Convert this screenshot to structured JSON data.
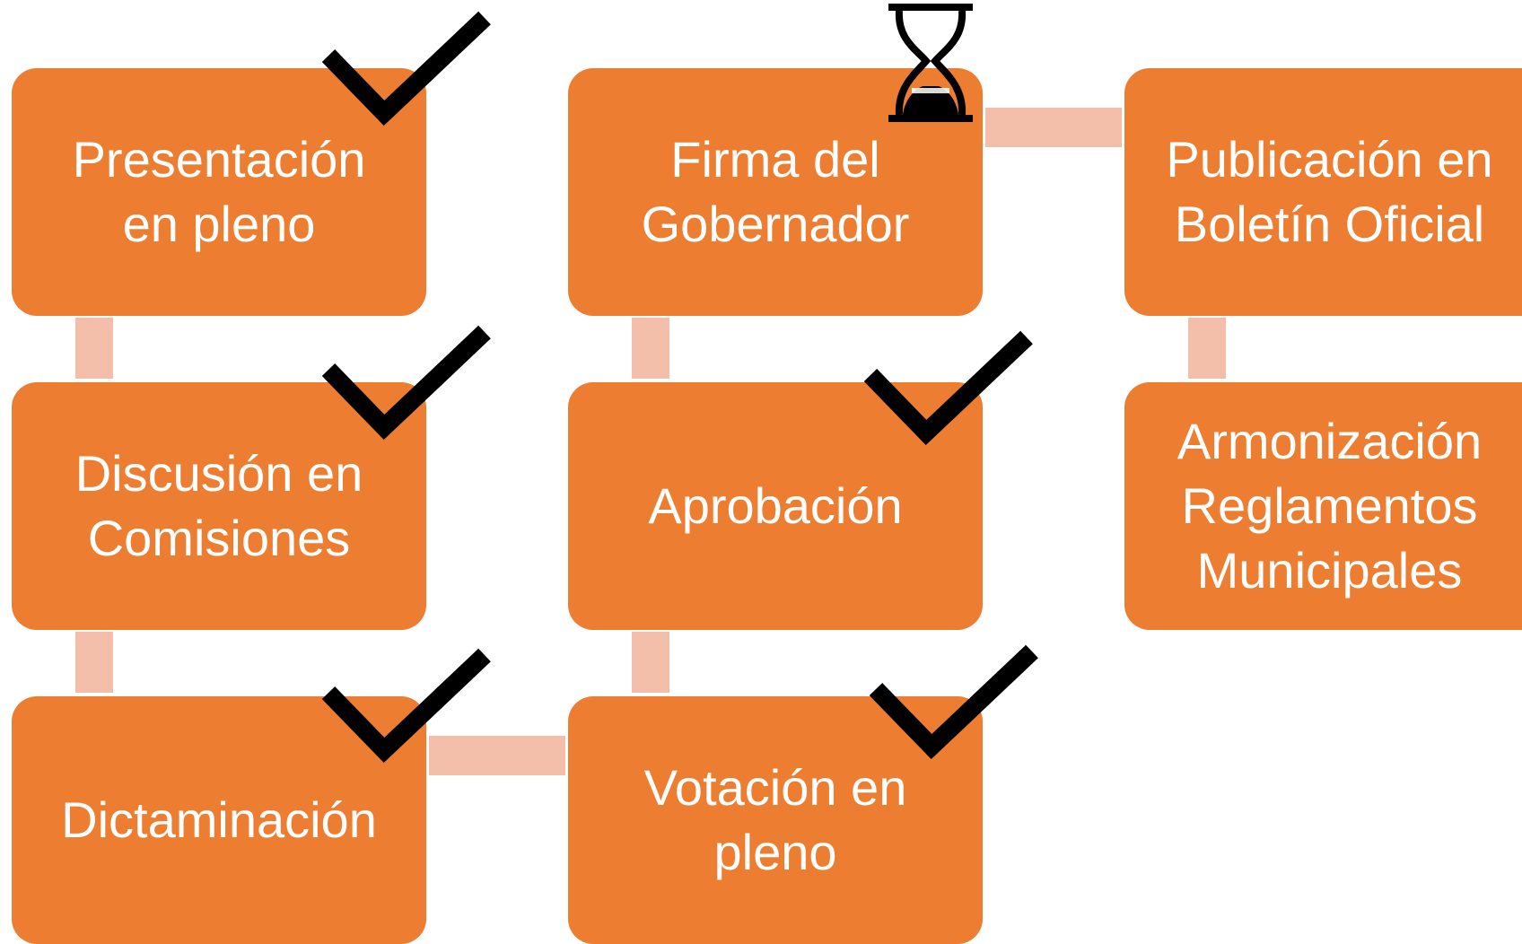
{
  "diagram": {
    "colors": {
      "box": "#ED7D31",
      "connector": "#F4BFAA",
      "label_text": "#FFFFFF",
      "marker": "#000000"
    },
    "steps": [
      {
        "label": "Presentación\nen pleno",
        "status": "done",
        "icon": "check-icon"
      },
      {
        "label": "Discusión en\nComisiones",
        "status": "done",
        "icon": "check-icon"
      },
      {
        "label": "Dictaminación",
        "status": "done",
        "icon": "check-icon"
      },
      {
        "label": "Votación en\npleno",
        "status": "done",
        "icon": "check-icon"
      },
      {
        "label": "Aprobación",
        "status": "done",
        "icon": "check-icon"
      },
      {
        "label": "Firma del\nGobernador",
        "status": "pending",
        "icon": "hourglass-icon"
      },
      {
        "label": "Publicación en\nBoletín Oficial",
        "status": "none"
      },
      {
        "label": "Armonización\nReglamentos\nMunicipales",
        "status": "none"
      }
    ]
  }
}
